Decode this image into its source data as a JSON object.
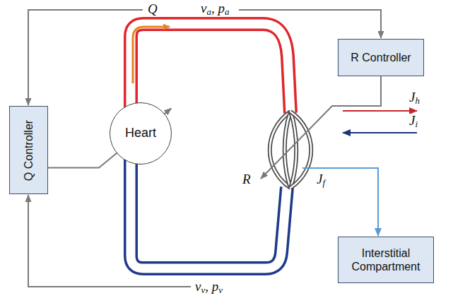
{
  "diagram": {
    "nodes": [
      {
        "text": [
          "R Controller"
        ]
      },
      {
        "text": [
          "Q Controller"
        ]
      },
      {
        "text": [
          "Heart"
        ]
      },
      {
        "text": [
          "Interstitial Compartment"
        ]
      }
    ],
    "edges": [
      {
        "from": 1,
        "to": 2,
        "arrow": "to"
      }
    ],
    "labels": [
      "Q",
      "va, pa",
      "vv, pv",
      "R",
      "Jh",
      "Ji",
      "Jf"
    ]
  }
}
